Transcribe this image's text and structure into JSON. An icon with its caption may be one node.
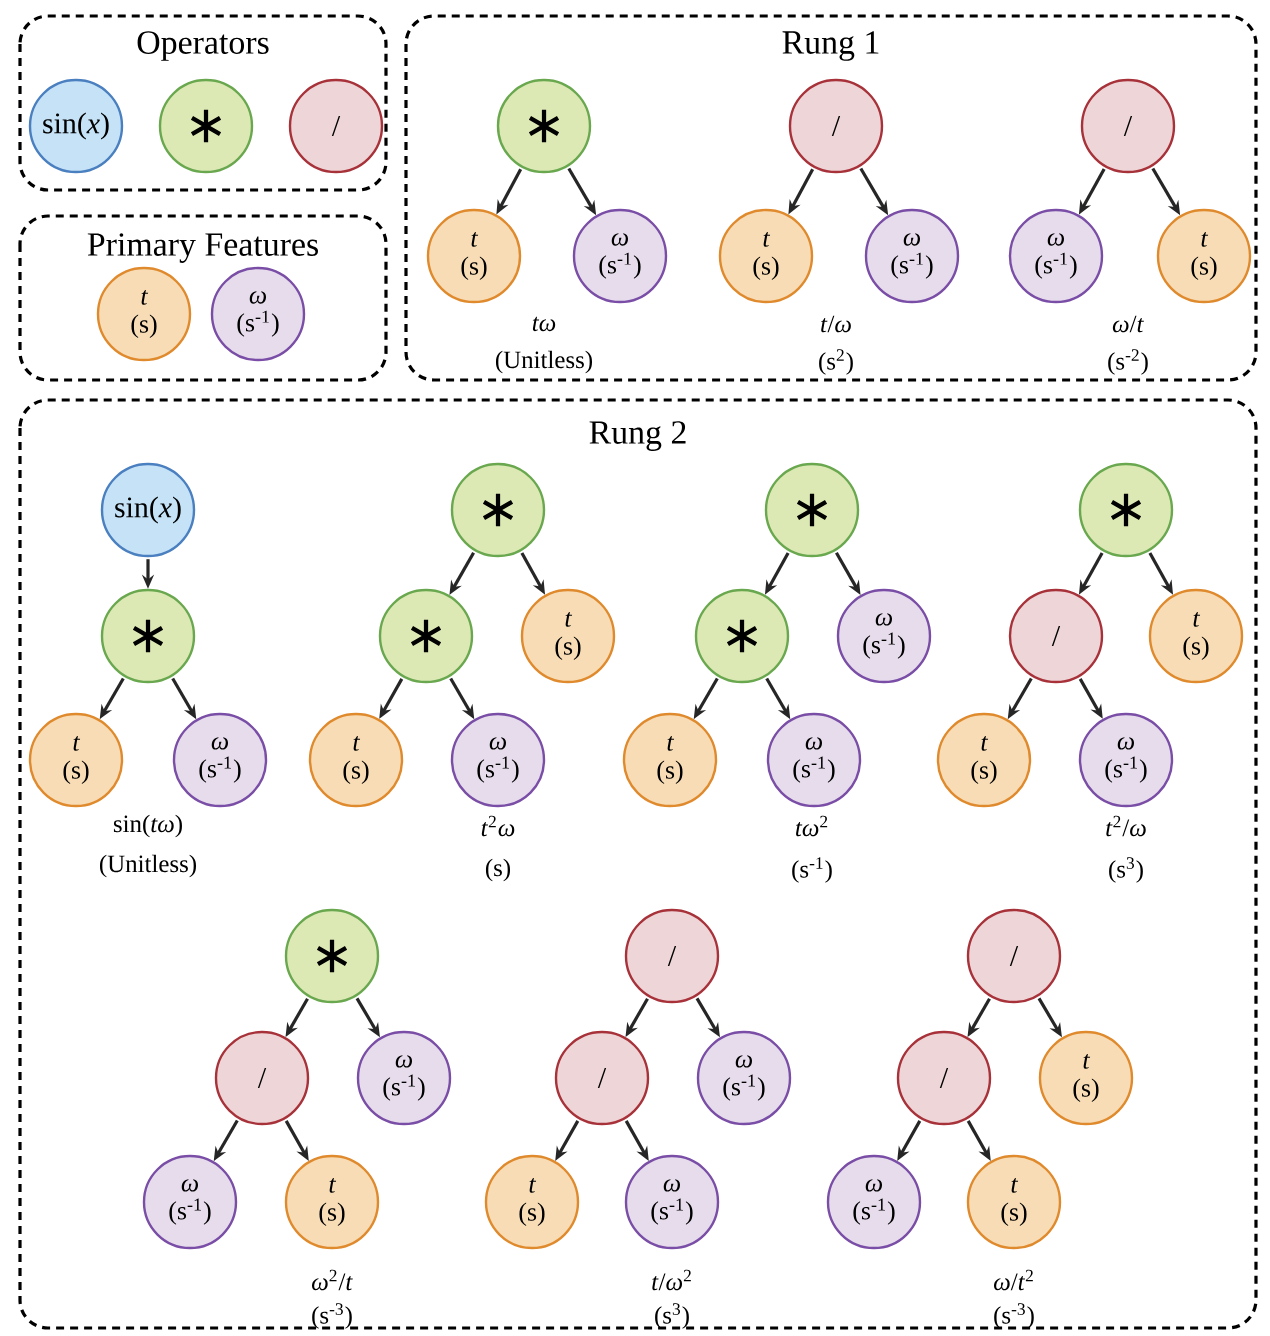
{
  "diagram": {
    "nodes": [
      {
        "text": [
          "Operators"
        ]
      },
      {
        "text": [
          "sin(*x*)"
        ],
        "in": 0
      },
      {
        "text": [
          "∗"
        ],
        "in": 0
      },
      {
        "text": [
          "/"
        ],
        "in": 0
      },
      {
        "text": [
          "Primary Features"
        ]
      },
      {
        "text": [
          "t",
          "(s)"
        ],
        "in": 4
      },
      {
        "text": [
          "ω",
          "(s$^{-1}$)"
        ],
        "in": 4
      },
      {
        "text": [
          "Rung 1"
        ]
      },
      {
        "text": [
          "∗"
        ],
        "in": 7
      },
      {
        "text": [
          "t",
          "(s)"
        ],
        "in": 7
      },
      {
        "text": [
          "ω",
          "(s$^{-1}$)"
        ],
        "in": 7
      },
      {
        "text": [
          "/"
        ],
        "in": 7
      },
      {
        "text": [
          "t",
          "(s)"
        ],
        "in": 7
      },
      {
        "text": [
          "ω",
          "(s$^{-1}$)"
        ],
        "in": 7
      },
      {
        "text": [
          "/"
        ],
        "in": 7
      },
      {
        "text": [
          "ω",
          "(s$^{-1}$)"
        ],
        "in": 7
      },
      {
        "text": [
          "t",
          "(s)"
        ],
        "in": 7
      },
      {
        "text": [
          "Rung 2"
        ]
      },
      {
        "text": [
          "sin(*x*)"
        ],
        "in": 17
      },
      {
        "text": [
          "∗"
        ],
        "in": 17
      },
      {
        "text": [
          "t",
          "(s)"
        ],
        "in": 17
      },
      {
        "text": [
          "ω",
          "(s$^{-1}$)"
        ],
        "in": 17
      },
      {
        "text": [
          "∗"
        ],
        "in": 17
      },
      {
        "text": [
          "∗"
        ],
        "in": 17
      },
      {
        "text": [
          "t",
          "(s)"
        ],
        "in": 17
      },
      {
        "text": [
          "t",
          "(s)"
        ],
        "in": 17
      },
      {
        "text": [
          "ω",
          "(s$^{-1}$)"
        ],
        "in": 17
      },
      {
        "text": [
          "∗"
        ],
        "in": 17
      },
      {
        "text": [
          "∗"
        ],
        "in": 17
      },
      {
        "text": [
          "ω",
          "(s$^{-1}$)"
        ],
        "in": 17
      },
      {
        "text": [
          "t",
          "(s)"
        ],
        "in": 17
      },
      {
        "text": [
          "ω",
          "(s$^{-1}$)"
        ],
        "in": 17
      },
      {
        "text": [
          "∗"
        ],
        "in": 17
      },
      {
        "text": [
          "/"
        ],
        "in": 17
      },
      {
        "text": [
          "t",
          "(s)"
        ],
        "in": 17
      },
      {
        "text": [
          "t",
          "(s)"
        ],
        "in": 17
      },
      {
        "text": [
          "ω",
          "(s$^{-1}$)"
        ],
        "in": 17
      },
      {
        "text": [
          "∗"
        ],
        "in": 17
      },
      {
        "text": [
          "/"
        ],
        "in": 17
      },
      {
        "text": [
          "ω",
          "(s$^{-1}$)"
        ],
        "in": 17
      },
      {
        "text": [
          "ω",
          "(s$^{-1}$)"
        ],
        "in": 17
      },
      {
        "text": [
          "t",
          "(s)"
        ],
        "in": 17
      },
      {
        "text": [
          "/"
        ],
        "in": 17
      },
      {
        "text": [
          "/"
        ],
        "in": 17
      },
      {
        "text": [
          "ω",
          "(s$^{-1}$)"
        ],
        "in": 17
      },
      {
        "text": [
          "t",
          "(s)"
        ],
        "in": 17
      },
      {
        "text": [
          "ω",
          "(s$^{-1}$)"
        ],
        "in": 17
      },
      {
        "text": [
          "/"
        ],
        "in": 17
      },
      {
        "text": [
          "/"
        ],
        "in": 17
      },
      {
        "text": [
          "t",
          "(s)"
        ],
        "in": 17
      },
      {
        "text": [
          "ω",
          "(s$^{-1}$)"
        ],
        "in": 17
      },
      {
        "text": [
          "t",
          "(s)"
        ],
        "in": 17
      }
    ],
    "edges": [
      {
        "from": 8,
        "to": 9,
        "arrow": "to"
      },
      {
        "from": 8,
        "to": 10,
        "arrow": "to"
      },
      {
        "from": 11,
        "to": 12,
        "arrow": "to"
      },
      {
        "from": 11,
        "to": 13,
        "arrow": "to"
      },
      {
        "from": 14,
        "to": 15,
        "arrow": "to"
      },
      {
        "from": 14,
        "to": 16,
        "arrow": "to"
      },
      {
        "from": 18,
        "to": 19,
        "arrow": "to"
      },
      {
        "from": 19,
        "to": 20,
        "arrow": "to"
      },
      {
        "from": 19,
        "to": 21,
        "arrow": "to"
      },
      {
        "from": 22,
        "to": 23,
        "arrow": "to"
      },
      {
        "from": 22,
        "to": 24,
        "arrow": "to"
      },
      {
        "from": 23,
        "to": 25,
        "arrow": "to"
      },
      {
        "from": 23,
        "to": 26,
        "arrow": "to"
      },
      {
        "from": 27,
        "to": 28,
        "arrow": "to"
      },
      {
        "from": 27,
        "to": 29,
        "arrow": "to"
      },
      {
        "from": 28,
        "to": 30,
        "arrow": "to"
      },
      {
        "from": 28,
        "to": 31,
        "arrow": "to"
      },
      {
        "from": 32,
        "to": 33,
        "arrow": "to"
      },
      {
        "from": 32,
        "to": 34,
        "arrow": "to"
      },
      {
        "from": 33,
        "to": 35,
        "arrow": "to"
      },
      {
        "from": 33,
        "to": 36,
        "arrow": "to"
      },
      {
        "from": 37,
        "to": 38,
        "arrow": "to"
      },
      {
        "from": 37,
        "to": 39,
        "arrow": "to"
      },
      {
        "from": 38,
        "to": 40,
        "arrow": "to"
      },
      {
        "from": 38,
        "to": 41,
        "arrow": "to"
      },
      {
        "from": 42,
        "to": 43,
        "arrow": "to"
      },
      {
        "from": 42,
        "to": 44,
        "arrow": "to"
      },
      {
        "from": 43,
        "to": 45,
        "arrow": "to"
      },
      {
        "from": 43,
        "to": 46,
        "arrow": "to"
      },
      {
        "from": 47,
        "to": 48,
        "arrow": "to"
      },
      {
        "from": 47,
        "to": 49,
        "arrow": "to"
      },
      {
        "from": 48,
        "to": 50,
        "arrow": "to"
      },
      {
        "from": 48,
        "to": 51,
        "arrow": "to"
      }
    ],
    "labels": [
      "*tω*",
      "(Unitless)",
      "*t*/*ω*",
      "(s$^{2}$)",
      "*ω*/*t*",
      "(s$^{-2}$)",
      "sin(*tω*)",
      "(Unitless)",
      "*t*$^{2}$*ω*",
      "(s)",
      "*tω*$^{2}$",
      "(s$^{-1}$)",
      "*t*$^{2}$/*ω*",
      "(s$^{3}$)",
      "*ω*$^{2}$/*t*",
      "(s$^{-3}$)",
      "*t*/*ω*$^{2}$",
      "(s$^{3}$)",
      "*ω*/*t*$^{2}$",
      "(s$^{-3}$)"
    ]
  }
}
